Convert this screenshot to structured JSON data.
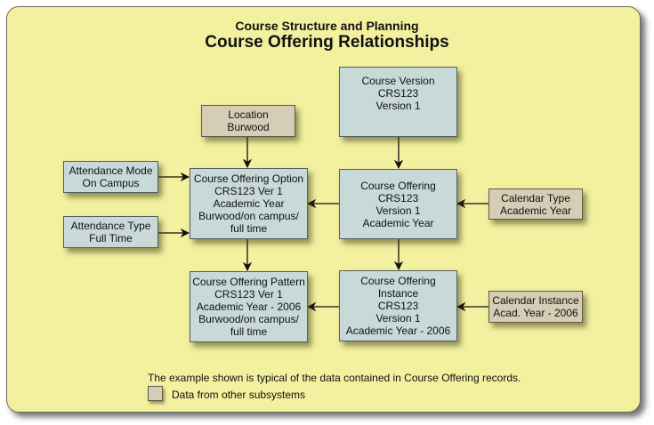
{
  "header": {
    "subtitle": "Course Structure and Planning",
    "title": "Course Offering Relationships"
  },
  "colors": {
    "background": "#f3f09f",
    "entity_box": "#c8d9d8",
    "external_box": "#d6cdb6",
    "line": "#111111"
  },
  "nodes": {
    "course_version": {
      "lines": [
        "Course Version",
        "CRS123",
        "Version 1"
      ],
      "type": "entity"
    },
    "location": {
      "lines": [
        "Location",
        "Burwood"
      ],
      "type": "external"
    },
    "attendance_mode": {
      "lines": [
        "Attendance Mode",
        "On Campus"
      ],
      "type": "entity"
    },
    "attendance_type": {
      "lines": [
        "Attendance Type",
        "Full Time"
      ],
      "type": "entity"
    },
    "course_offering_option": {
      "lines": [
        "Course Offering Option",
        "CRS123 Ver 1",
        "Academic Year",
        "Burwood/on campus/",
        "full time"
      ],
      "type": "entity"
    },
    "course_offering": {
      "lines": [
        "Course Offering",
        "CRS123",
        "Version 1",
        "Academic Year"
      ],
      "type": "entity"
    },
    "calendar_type": {
      "lines": [
        "Calendar Type",
        "Academic Year"
      ],
      "type": "external"
    },
    "course_offering_pattern": {
      "lines": [
        "Course Offering Pattern",
        "CRS123 Ver 1",
        "Academic Year - 2006",
        "Burwood/on campus/",
        "full time"
      ],
      "type": "entity"
    },
    "course_offering_instance": {
      "lines": [
        "Course Offering",
        "Instance",
        "CRS123",
        "Version 1",
        "Academic Year - 2006"
      ],
      "type": "entity"
    },
    "calendar_instance": {
      "lines": [
        "Calendar Instance",
        "Acad. Year - 2006"
      ],
      "type": "external"
    }
  },
  "edges": [
    {
      "from": "course_version",
      "to": "course_offering"
    },
    {
      "from": "location",
      "to": "course_offering_option"
    },
    {
      "from": "attendance_mode",
      "to": "course_offering_option"
    },
    {
      "from": "attendance_type",
      "to": "course_offering_option"
    },
    {
      "from": "course_offering",
      "to": "course_offering_option"
    },
    {
      "from": "calendar_type",
      "to": "course_offering"
    },
    {
      "from": "course_offering_option",
      "to": "course_offering_pattern"
    },
    {
      "from": "course_offering",
      "to": "course_offering_instance"
    },
    {
      "from": "course_offering_instance",
      "to": "course_offering_pattern"
    },
    {
      "from": "calendar_instance",
      "to": "course_offering_instance"
    }
  ],
  "footer": {
    "note": "The example shown is typical of the data contained in Course Offering records.",
    "legend_label": "Data from other subsystems"
  }
}
